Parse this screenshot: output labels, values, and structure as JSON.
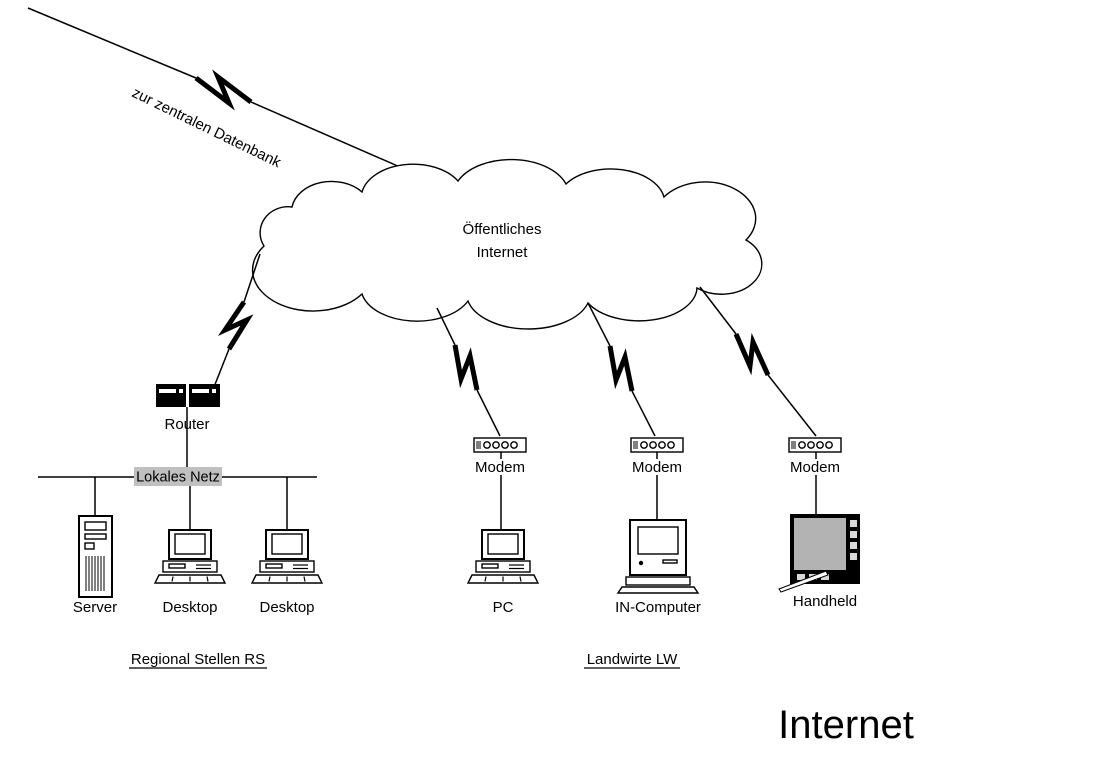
{
  "diagram": {
    "external_link_label": "zur zentralen Datenbank",
    "cloud": {
      "line1": "Öffentliches",
      "line2": "Internet"
    },
    "router_label": "Router",
    "lan_label": "Lokales Netz",
    "lan_nodes": [
      {
        "label": "Server"
      },
      {
        "label": "Desktop"
      },
      {
        "label": "Desktop"
      }
    ],
    "regional_group_label": "Regional Stellen RS",
    "modems": [
      {
        "label": "Modem"
      },
      {
        "label": "Modem"
      },
      {
        "label": "Modem"
      }
    ],
    "client_nodes": [
      {
        "label": "PC"
      },
      {
        "label": "IN-Computer"
      },
      {
        "label": "Handheld"
      }
    ],
    "landwirte_group_label": "Landwirte LW",
    "main_title": "Internet",
    "colors": {
      "stroke": "#000000",
      "lan_label_background": "#c0c0c0",
      "handheld_screen": "#b3b3b3",
      "background": "#ffffff"
    }
  }
}
